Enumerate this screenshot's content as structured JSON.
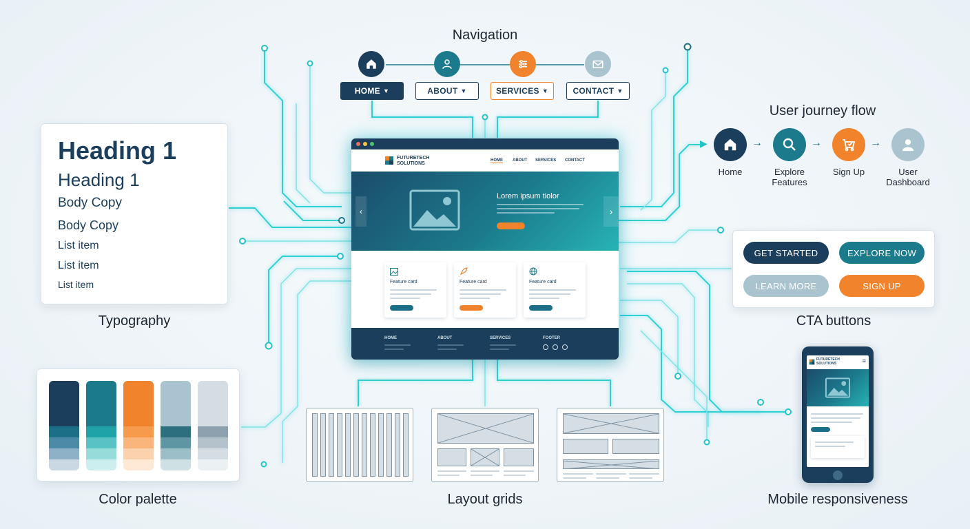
{
  "navigation": {
    "title": "Navigation",
    "items": [
      {
        "label": "HOME",
        "icon": "home-icon",
        "color": "#1b3e5c"
      },
      {
        "label": "ABOUT",
        "icon": "user-icon",
        "color": "#1b7a8c"
      },
      {
        "label": "SERVICES",
        "icon": "sliders-icon",
        "color": "#f0832c"
      },
      {
        "label": "CONTACT",
        "icon": "mail-icon",
        "color": "#a9c4cf"
      }
    ]
  },
  "typography": {
    "title": "Typography",
    "samples": [
      "Heading 1",
      "Heading 1",
      "Body Copy",
      "Body Copy",
      "List item",
      "List item",
      "List item"
    ]
  },
  "website": {
    "logo_line1": "FUTURETECH",
    "logo_line2": "SOLUTIONS",
    "nav": [
      "HOME",
      "ABOUT",
      "SERVICES",
      "CONTACT"
    ],
    "hero_title": "Lorem ipsum tiolor",
    "features": [
      {
        "title": "Feature card",
        "icon": "image-icon"
      },
      {
        "title": "Feature card",
        "icon": "rocket-icon"
      },
      {
        "title": "Feature card",
        "icon": "globe-icon"
      }
    ],
    "footer": [
      "HOME",
      "ABOUT",
      "SERVICES",
      "FOOTER"
    ]
  },
  "journey": {
    "title": "User journey flow",
    "steps": [
      {
        "label": "Home",
        "icon": "home-icon",
        "color": "#1b3e5c"
      },
      {
        "label": "Explore Features",
        "icon": "search-icon",
        "color": "#1b7a8c"
      },
      {
        "label": "Sign Up",
        "icon": "cart-icon",
        "color": "#f0832c"
      },
      {
        "label": "User Dashboard",
        "icon": "user-icon",
        "color": "#a9c4cf"
      }
    ]
  },
  "cta": {
    "title": "CTA buttons",
    "buttons": [
      {
        "label": "GET STARTED",
        "color": "#1b3e5c"
      },
      {
        "label": "EXPLORE NOW",
        "color": "#1b7a8c"
      },
      {
        "label": "LEARN MORE",
        "color": "#a9c4cf"
      },
      {
        "label": "SIGN UP",
        "color": "#f0832c"
      }
    ]
  },
  "palette": {
    "title": "Color palette",
    "swatches": [
      {
        "main": "#1b3e5c",
        "tints": [
          "#1b6f86",
          "#4d8aa8",
          "#8fb1c8",
          "#c9d8e3"
        ]
      },
      {
        "main": "#1b7a8c",
        "tints": [
          "#1fa3a8",
          "#58c2c4",
          "#97dbdb",
          "#cdeeee"
        ]
      },
      {
        "main": "#f0832c",
        "tints": [
          "#f69a4c",
          "#f9b57c",
          "#fcd2ae",
          "#fee8d6"
        ]
      },
      {
        "main": "#a9c4cf",
        "tints": [
          "#2e6f7f",
          "#5f96a4",
          "#9cbec6",
          "#cfe0e5"
        ]
      },
      {
        "main": "#d3dde3",
        "tints": [
          "#8ea1ae",
          "#b3c2cb",
          "#d3dde3",
          "#ebf0f3"
        ]
      }
    ]
  },
  "layouts": {
    "title": "Layout grids"
  },
  "mobile": {
    "title": "Mobile responsiveness",
    "logo_line1": "FUTURETECH",
    "logo_line2": "SOLUTIONS"
  }
}
